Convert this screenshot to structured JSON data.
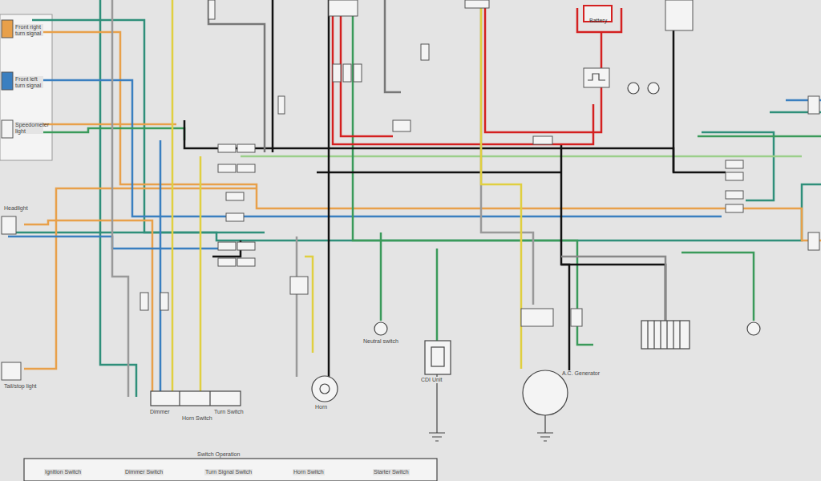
{
  "diagram": {
    "nodes": [
      {
        "text": [
          "Battery"
        ]
      }
    ],
    "labels": [
      "Front right turn signal",
      "Front left turn signal",
      "Speedometer light",
      "Headlight",
      "Tail/stop light",
      "Dimmer",
      "Horn Switch",
      "Turn Switch",
      "Neutral switch",
      "Horn",
      "CDI Unit",
      "A.C. Generator",
      "Switch Operation",
      "Ignition Switch",
      "Dimmer Switch",
      "Turn Signal Switch",
      "Horn Switch",
      "Starter Switch"
    ]
  }
}
